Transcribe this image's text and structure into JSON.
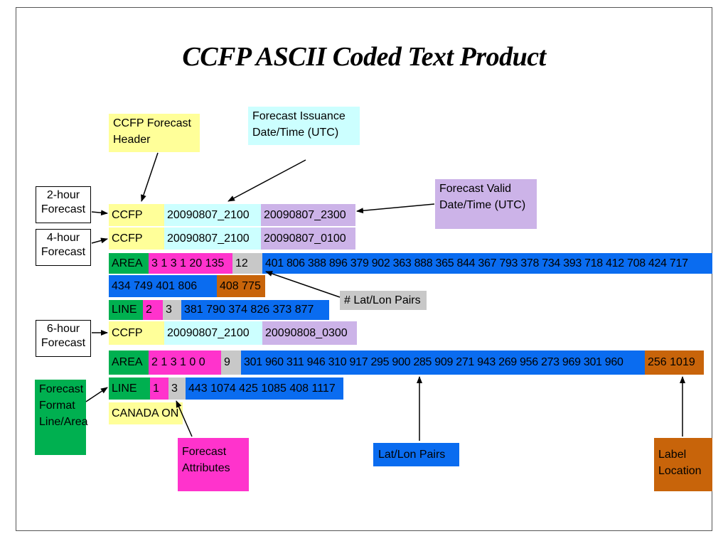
{
  "title": "CCFP ASCII Coded Text Product",
  "callouts": {
    "header": "CCFP Forecast Header",
    "issuance": "Forecast Issuance Date/Time (UTC)",
    "valid": "Forecast Valid Date/Time (UTC)",
    "latlon_count": "# Lat/Lon Pairs",
    "format": "Forecast Format Line/Area",
    "attributes": "Forecast Attributes",
    "latlon_pairs": "Lat/Lon Pairs",
    "label_location": "Label Location"
  },
  "forecast_labels": {
    "two_hour": "2-hour Forecast",
    "four_hour": "4-hour Forecast",
    "six_hour": "6-hour Forecast"
  },
  "rows": {
    "r1": {
      "ccfp": "CCFP",
      "issue": "20090807_2100",
      "valid": "20090807_2300"
    },
    "r2": {
      "ccfp": "CCFP",
      "issue": "20090807_2100",
      "valid": "20090807_0100"
    },
    "r3": {
      "kind": "AREA",
      "attrs": "3 1 3 1 20 135",
      "count": "12",
      "pairs": "401 806 388 896 379 902 363 888 365 844 367 793 378 734 393 718 412 708 424 717"
    },
    "r4": {
      "pairs": "434 749 401 806",
      "label": "408 775"
    },
    "r5": {
      "kind": "LINE",
      "attr": "2",
      "count": "3",
      "pairs": "381 790 374 826 373 877"
    },
    "r6": {
      "ccfp": "CCFP",
      "issue": "20090807_2100",
      "valid": "20090808_0300"
    },
    "r7": {
      "kind": "AREA",
      "attrs": "2 1 3 1 0 0",
      "count": "9",
      "pairs": "301 960 311 946 310 917 295 900 285 909 271 943 269 956 273 969 301 960",
      "label": "256 1019"
    },
    "r8": {
      "kind": "LINE",
      "attr": "1",
      "count": "3",
      "pairs": "443 1074 425 1085 408 1117"
    },
    "r9": {
      "text": "CANADA ON"
    }
  },
  "colors": {
    "header_yellow": "#ffff99",
    "issuance_cyan": "#ccffff",
    "valid_purple": "#ccb3e8",
    "format_green": "#00b050",
    "attributes_magenta": "#ff33cc",
    "count_gray": "#c8c8c8",
    "pairs_blue": "#0a6cf0",
    "label_brown": "#c8640a"
  }
}
